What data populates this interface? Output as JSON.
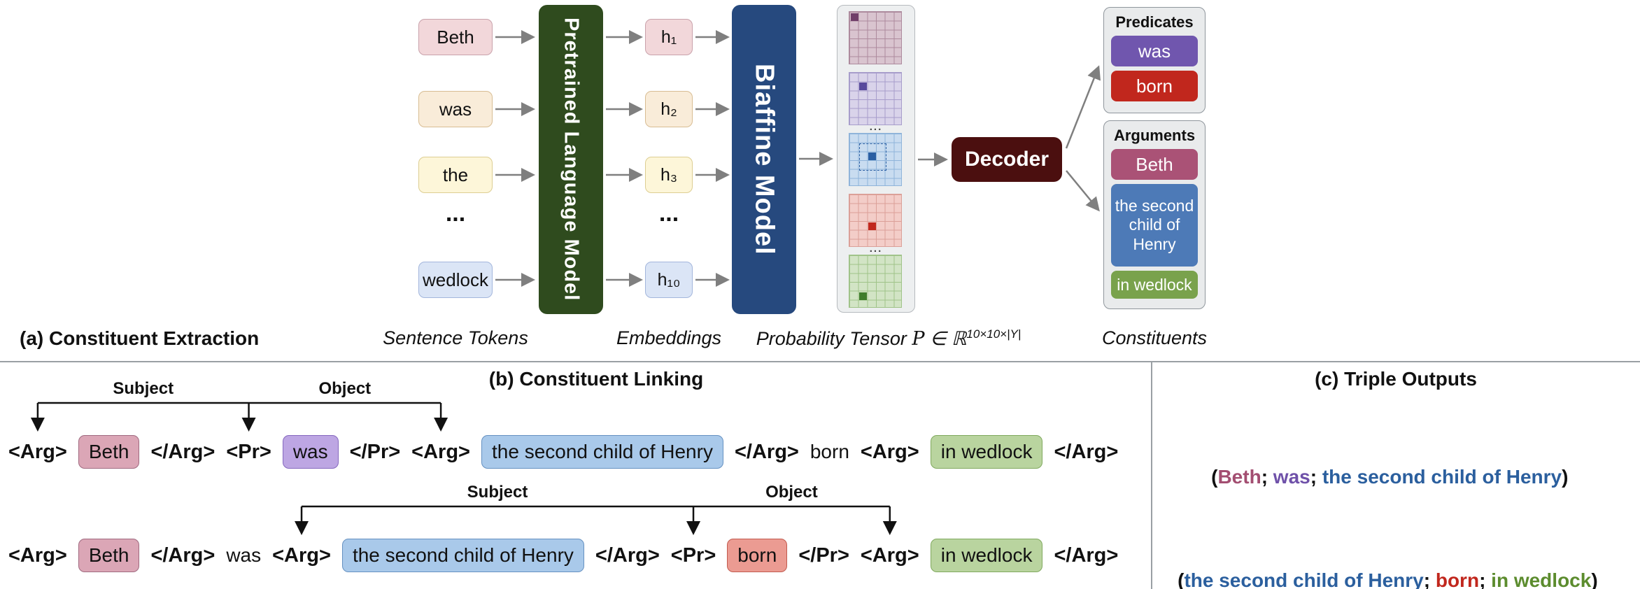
{
  "colors": {
    "rose": "#a34e71",
    "purple": "#6f51a9",
    "blue": "#2b5f9e",
    "red": "#c1271d",
    "green": "#5c8c2e",
    "black": "#111111"
  },
  "panel_a": {
    "label": "(a) Constituent Extraction",
    "tokens": [
      "Beth",
      "was",
      "the",
      "...",
      "wedlock"
    ],
    "tokens_caption": "Sentence Tokens",
    "plm_label": "Pretrained Language Model",
    "embeddings": [
      "h₁",
      "h₂",
      "h₃",
      "...",
      "h₁₀"
    ],
    "embeddings_caption": "Embeddings",
    "biaffine_label": "Biaffine Model",
    "tensor_caption": {
      "prefix": "Probability Tensor ",
      "p": "P",
      "membership": " ∈ ℝ",
      "sup": "10×10×|Y|"
    },
    "tensor_ellipsis": "...",
    "decoder_label": "Decoder",
    "predicates_panel": {
      "title": "Predicates",
      "items": [
        "was",
        "born"
      ]
    },
    "arguments_panel": {
      "title": "Arguments",
      "items": [
        "Beth",
        "the second child of Henry",
        "in wedlock"
      ]
    },
    "constituents_caption": "Constituents"
  },
  "panel_b": {
    "label": "(b) Constituent Linking",
    "subject_label": "Subject",
    "object_label": "Object",
    "row1": [
      "<Arg>",
      "Beth",
      "</Arg>",
      "<Pr>",
      "was",
      "</Pr>",
      "<Arg>",
      "the second child of Henry",
      "</Arg>",
      "born",
      "<Arg>",
      "in wedlock",
      "</Arg>"
    ],
    "row2": [
      "<Arg>",
      "Beth",
      "</Arg>",
      "was",
      "<Arg>",
      "the second child of Henry",
      "</Arg>",
      "<Pr>",
      "born",
      "</Pr>",
      "<Arg>",
      "in wedlock",
      "</Arg>"
    ]
  },
  "panel_c": {
    "label": "(c) Triple Outputs",
    "triple1": {
      "open": "(",
      "arg1": "Beth",
      "sep1": "; ",
      "pred": "was",
      "sep2": "; ",
      "arg2": "the second child of Henry",
      "close": ")"
    },
    "triple2": {
      "open": "(",
      "arg1": "the second child of Henry",
      "sep1": "; ",
      "pred": "born",
      "sep2": "; ",
      "arg2": "in wedlock",
      "close": ")"
    }
  }
}
